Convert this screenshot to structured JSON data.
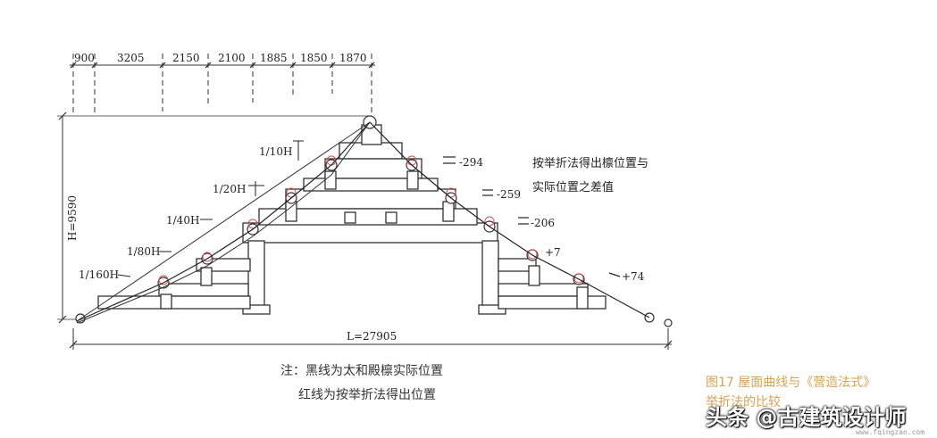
{
  "diagram": {
    "top_dimensions": [
      "900",
      "3205",
      "2150",
      "2100",
      "1885",
      "1850",
      "1870"
    ],
    "height_label": "H=9590",
    "length_label": "L=27905",
    "ratio_labels": [
      "1/10H",
      "1/20H",
      "1/40H",
      "1/80H",
      "1/160H"
    ],
    "diff_values": [
      "-294",
      "-259",
      "-206",
      "+7",
      "+74"
    ],
    "diff_title_line1": "按举折法得出檩位置与",
    "diff_title_line2": "实际位置之差值",
    "note_line1": "注：黑线为太和殿檩实际位置",
    "note_line2": "红线为按举折法得出位置"
  },
  "caption": {
    "line1": "图17  屋面曲线与《营造法式》",
    "line2": "举折法的比较"
  },
  "watermark": "头条 @古建筑设计师",
  "source_url": "www.fqingzan.com"
}
